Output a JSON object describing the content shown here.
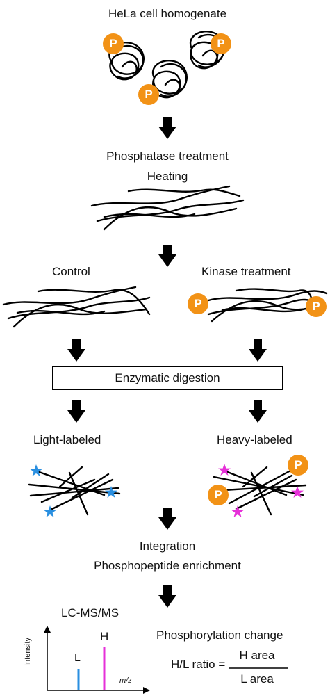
{
  "steps": {
    "start": "HeLa cell  homogenate",
    "phosphatase": "Phosphatase treatment",
    "heating": "Heating",
    "control": "Control",
    "kinase": "Kinase treatment",
    "digestion": "Enzymatic digestion",
    "light": "Light-labeled",
    "heavy": "Heavy-labeled",
    "integration": "Integration",
    "enrichment": "Phosphopeptide enrichment",
    "lcms": "LC-MS/MS"
  },
  "phospho_label": "P",
  "spectrum": {
    "y_axis": "Intensity",
    "x_axis": "m/z",
    "light_peak": "L",
    "heavy_peak": "H"
  },
  "ratio": {
    "title": "Phosphorylation change",
    "lhs": "H/L ratio =",
    "numerator": "H area",
    "denominator": "L area"
  },
  "colors": {
    "phospho": "#f29216",
    "light_label": "#2a8fe0",
    "heavy_label": "#e630d8",
    "arrow": "#000000"
  }
}
